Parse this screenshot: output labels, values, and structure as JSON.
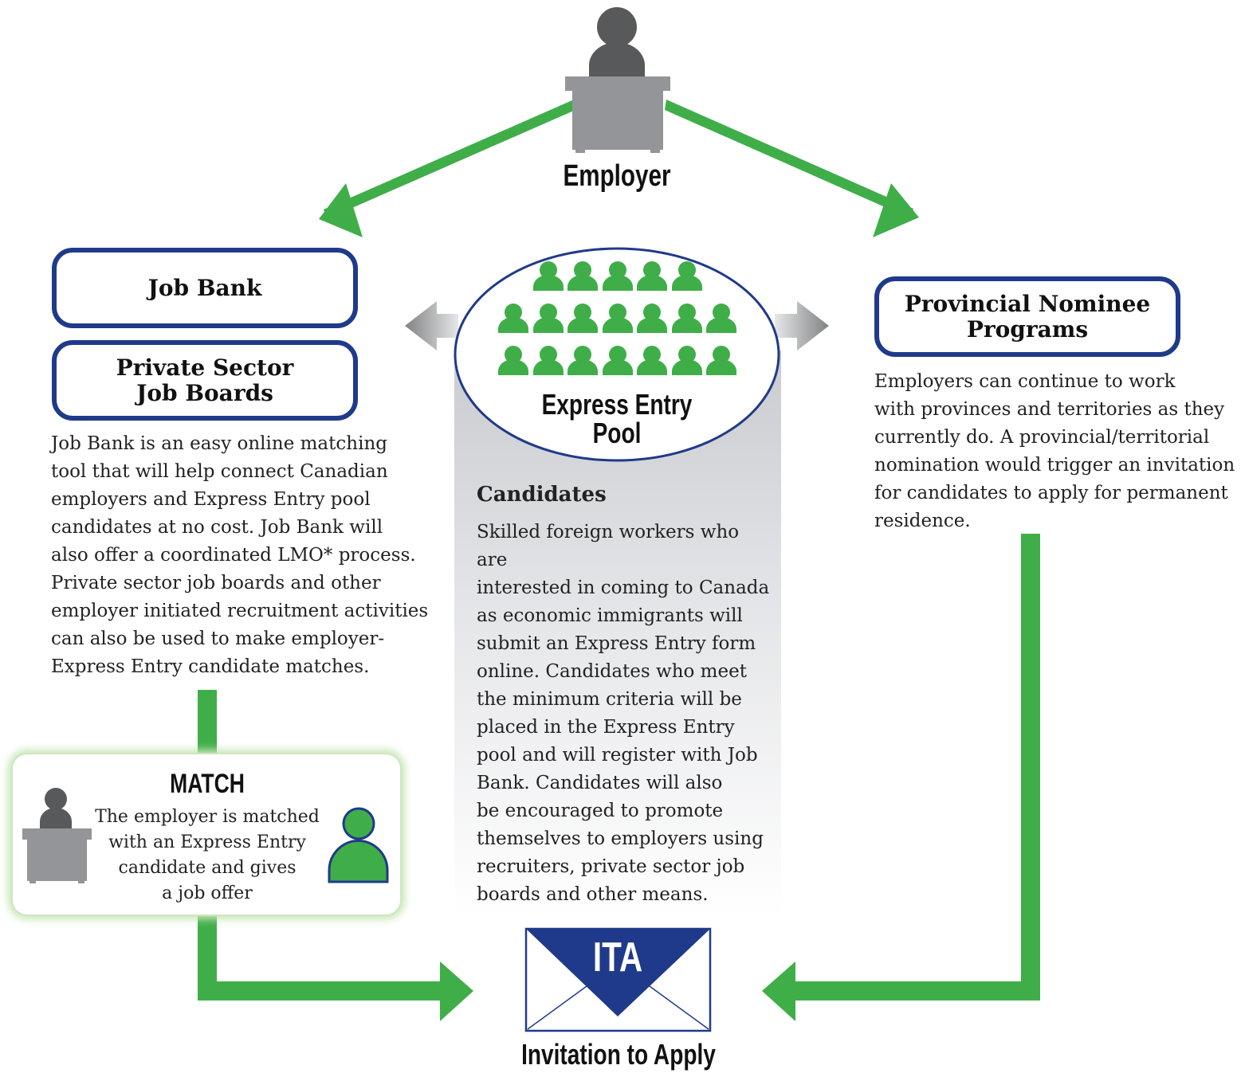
{
  "employer": {
    "label": "Employer"
  },
  "left": {
    "job_bank": "Job Bank",
    "private_sector": "Private Sector\nJob Boards",
    "description": "Job Bank is an easy online matching\ntool that will help connect Canadian\nemployers and Express Entry pool\ncandidates at no cost. Job Bank will\nalso offer a coordinated LMO* process.\nPrivate sector job boards and other\nemployer initiated recruitment activities\ncan also be used to make employer-\nExpress Entry candidate matches."
  },
  "pool": {
    "label": "Express Entry\nPool",
    "candidates_heading": "Candidates",
    "candidates_text": "Skilled foreign workers who are\ninterested in coming to Canada\nas economic immigrants will\nsubmit an Express Entry form\nonline. Candidates who meet\nthe minimum criteria will be\nplaced in the Express Entry\npool and will register with Job\nBank. Candidates will also\nbe encouraged to promote\nthemselves to employers using\nrecruiters, private sector job\nboards and other means."
  },
  "right": {
    "pnp": "Provincial Nominee\nPrograms",
    "description": "Employers can continue to work\nwith provinces and territories as they\ncurrently do. A provincial/territorial\nnomination would trigger an invitation\nfor candidates to apply for permanent\nresidence."
  },
  "match": {
    "title": "MATCH",
    "text": "The employer is matched\nwith an Express Entry\ncandidate and gives\na job offer"
  },
  "ita": {
    "label": "ITA",
    "caption": "Invitation to Apply"
  },
  "colors": {
    "arrow_green": "#3fae49",
    "box_blue": "#1f3a8a",
    "person_gray": "#58595b",
    "desk_gray": "#939598",
    "pool_green": "#3fae49"
  }
}
